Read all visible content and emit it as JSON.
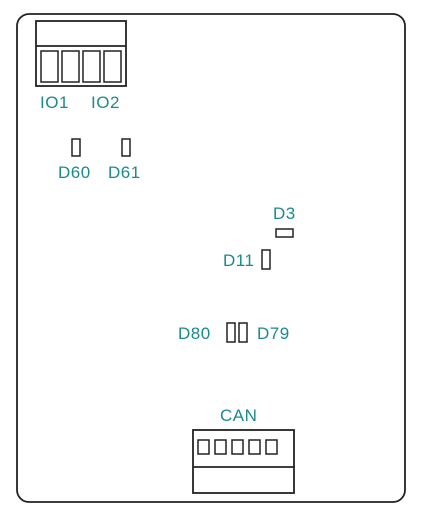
{
  "board": {
    "outline_color": "#222222",
    "label_color": "#1a8a8f"
  },
  "labels": {
    "io1": "IO1",
    "io2": "IO2",
    "d60": "D60",
    "d61": "D61",
    "d3": "D3",
    "d11": "D11",
    "d80": "D80",
    "d79": "D79",
    "can": "CAN"
  }
}
